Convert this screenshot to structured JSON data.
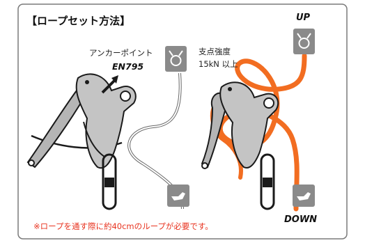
{
  "title": "【ロープセット方法】",
  "anchor": {
    "label": "アンカーポイント",
    "standard": "EN795"
  },
  "strength": {
    "line1": "支点強度",
    "line2": "15kN 以上"
  },
  "up_label": "UP",
  "down_label": "DOWN",
  "note": "※ロープを通す際に約40cmのループが必要です。",
  "colors": {
    "rope": "#f26d21",
    "icon_box": "#8a8a8a",
    "device": "#b9b9b9",
    "note": "#e8331f"
  },
  "icons": [
    "anchor-ring-icon",
    "hand-pull-icon",
    "arrow-icon"
  ]
}
